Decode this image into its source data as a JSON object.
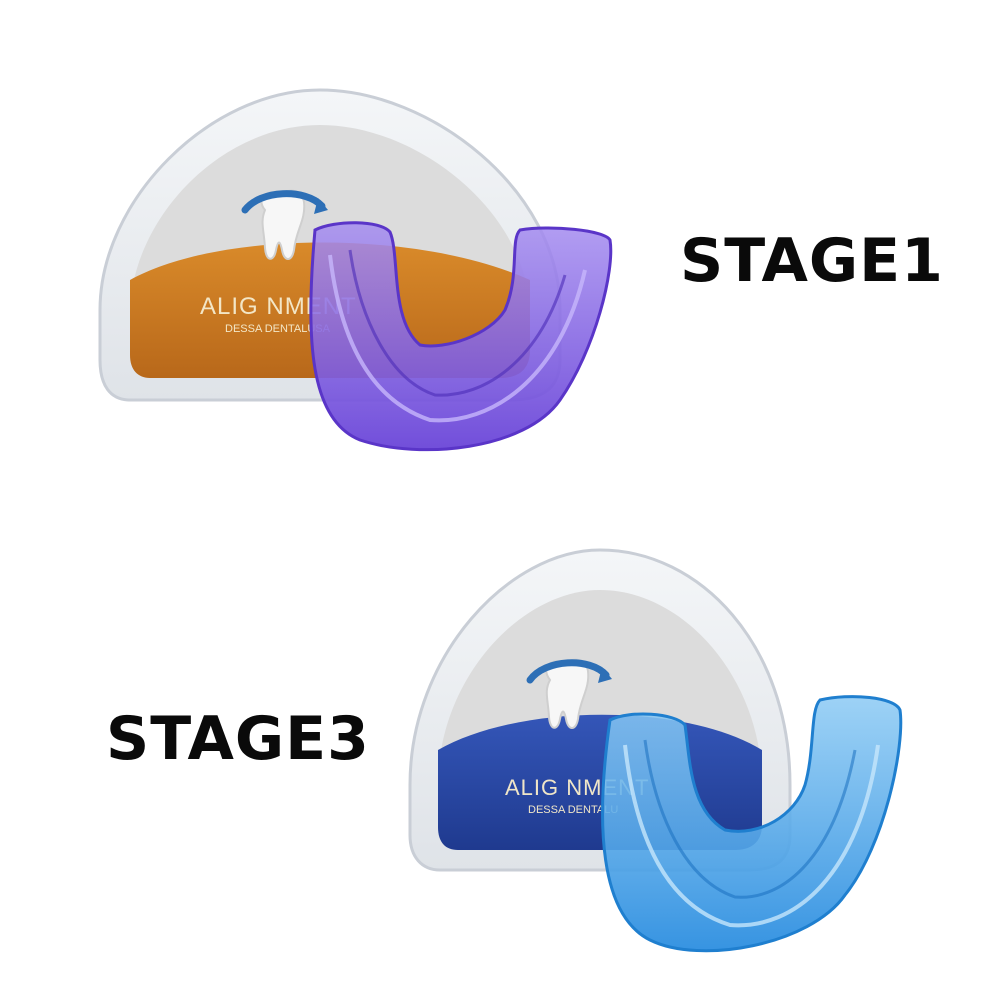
{
  "products": [
    {
      "stage_label": "STAGE1",
      "brand": "ALIG NMENT",
      "subtitle": "DESSA DENTALUSA",
      "band_color": "#c97a1e",
      "tray_color": "#7d5ce0"
    },
    {
      "stage_label": "STAGE3",
      "brand": "ALIG NMENT",
      "subtitle": "DESSA DENTALU",
      "band_color": "#2a4aa6",
      "tray_color": "#3aa0e0"
    }
  ],
  "icons": {
    "tooth_logo": "tooth-logo-icon"
  }
}
